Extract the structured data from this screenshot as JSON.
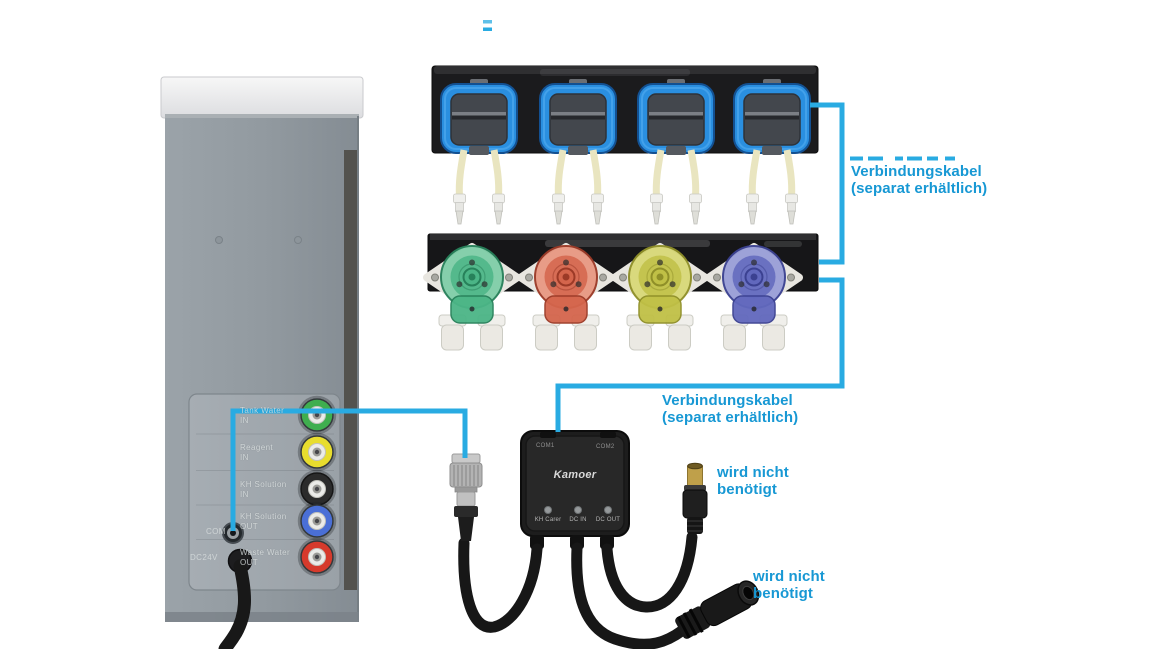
{
  "annotations": {
    "kabel_top": {
      "line1": "Verbindungskabel",
      "line2": "(separat erhältlich)"
    },
    "kabel_bottom": {
      "line1": "Verbindungskabel",
      "line2": "(separat erhältlich)"
    },
    "not_needed_top": {
      "line1": "wird nicht",
      "line2": "benötigt"
    },
    "not_needed_bottom": {
      "line1": "wird nicht",
      "line2": "benötigt"
    }
  },
  "kh_device": {
    "com_label": "COM",
    "power_label": "DC24V",
    "ports": [
      {
        "name": "Tank Water",
        "dir": "IN",
        "color": "#3fae4f"
      },
      {
        "name": "Reagent",
        "dir": "IN",
        "color": "#e8dd2e"
      },
      {
        "name": "KH Solution",
        "dir": "IN",
        "color": "#2b2b2b"
      },
      {
        "name": "KH Solution",
        "dir": "OUT",
        "color": "#4a6fd6"
      },
      {
        "name": "Waste Water",
        "dir": "OUT",
        "color": "#d63a2c"
      }
    ]
  },
  "splitter": {
    "brand": "Kamoer",
    "com1": "COM1",
    "com2": "COM2",
    "ports": [
      "KH Carer",
      "DC IN",
      "DC OUT"
    ]
  },
  "colors": {
    "annotation_line": "#29abe2",
    "annotation_text": "#1798d4",
    "pump_head_frame": "#2a8fe0",
    "dosing_heads": [
      {
        "name": "green",
        "light": "#82cfa9",
        "mid": "#4bb586",
        "dark": "#27815a"
      },
      {
        "name": "red",
        "light": "#e89a84",
        "mid": "#d4654c",
        "dark": "#9c3a27"
      },
      {
        "name": "yellow",
        "light": "#d9d97a",
        "mid": "#c0c046",
        "dark": "#8f8f28"
      },
      {
        "name": "blue",
        "light": "#9aa0d8",
        "mid": "#6168bd",
        "dark": "#3b4191"
      }
    ]
  }
}
